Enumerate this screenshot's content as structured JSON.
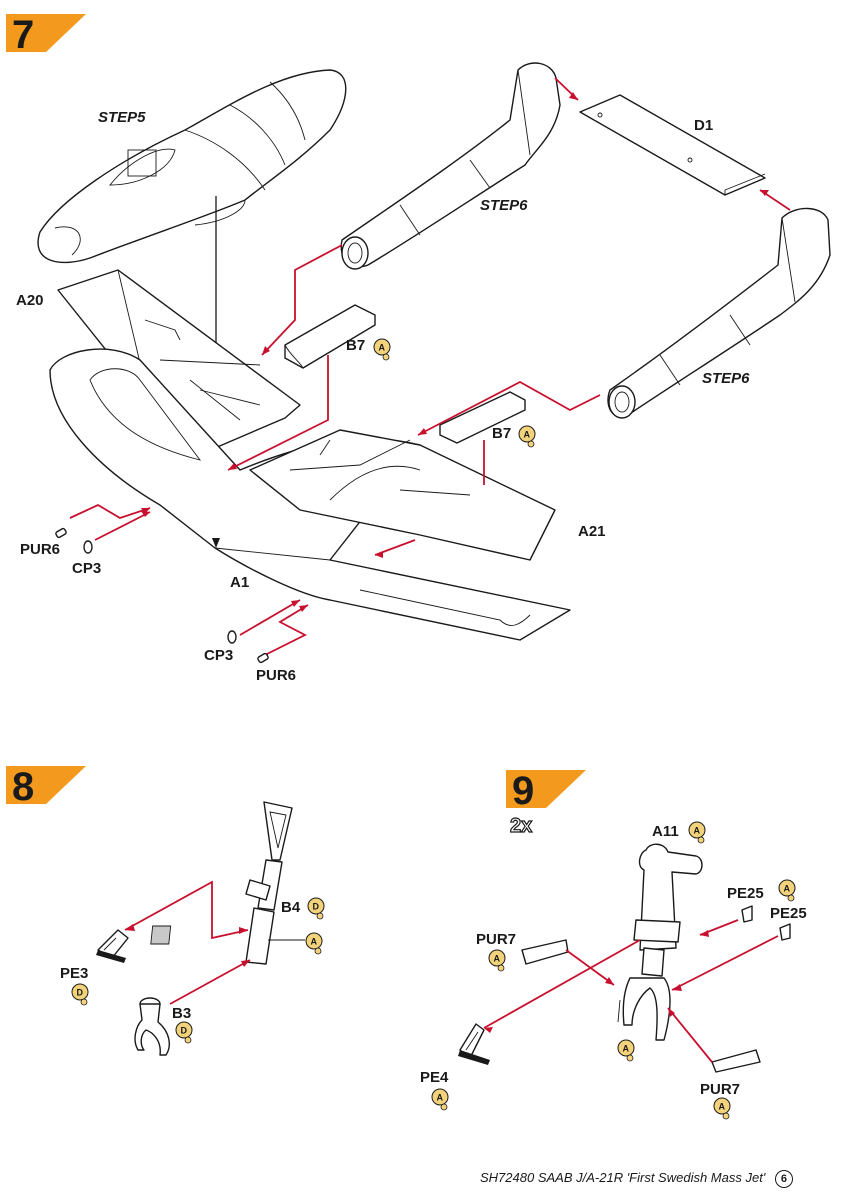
{
  "colors": {
    "step_flag": "#f39a1e",
    "arrow": "#c8102e",
    "paint_chip": "#f2d27a"
  },
  "steps": [
    {
      "number": "7",
      "parts": {
        "step5": "STEP5",
        "d1": "D1",
        "step6_top": "STEP6",
        "step6_right": "STEP6",
        "a20": "A20",
        "b7_left": "B7",
        "b7_right": "B7",
        "a21": "A21",
        "a1": "A1",
        "pur6_left": "PUR6",
        "cp3_left": "CP3",
        "cp3_bottom": "CP3",
        "pur6_bottom": "PUR6"
      },
      "paint": {
        "b7_left": "A",
        "b7_right": "A"
      }
    },
    {
      "number": "8",
      "parts": {
        "b4": "B4",
        "pe3": "PE3",
        "b3": "B3"
      },
      "paint": {
        "b4": "D",
        "b4_band": "A",
        "pe3": "D",
        "b3": "D"
      }
    },
    {
      "number": "9",
      "quantity": "2x",
      "parts": {
        "a11": "A11",
        "pe25_left": "PE25",
        "pe25_right": "PE25",
        "pur7_left": "PUR7",
        "pur7_right": "PUR7",
        "pe4": "PE4"
      },
      "paint": {
        "a11": "A",
        "pe25_left": "A",
        "pur7_left": "A",
        "strut": "A",
        "pur7_right": "A",
        "pe4": "A"
      }
    }
  ],
  "footer": {
    "text": "SH72480 SAAB J/A-21R 'First Swedish Mass Jet'",
    "page": "6"
  }
}
